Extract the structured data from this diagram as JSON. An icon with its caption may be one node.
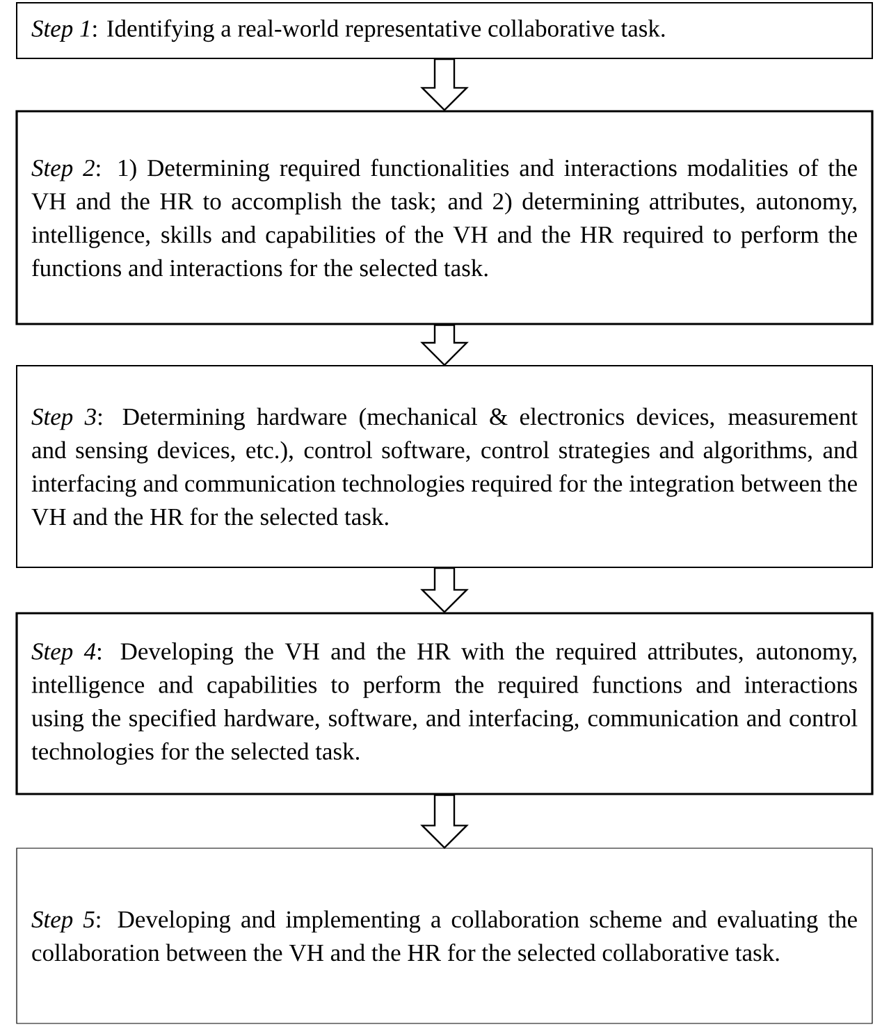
{
  "diagram": {
    "nodes": [
      {
        "text": [
          "*Step 1*: Identifying a real-world representative collaborative task."
        ]
      },
      {
        "text": [
          "*Step 2*: 1) Determining required functionalities and interactions modalities of the VH and the HR to accomplish the task; and 2) determining attributes, autonomy, intelligence, skills and capabilities of the VH and the HR required to perform the functions and interactions for the selected task."
        ]
      },
      {
        "text": [
          "*Step 3*: Determining hardware (mechanical & electronics devices, measurement and sensing devices, etc.), control software, control strategies and algorithms, and interfacing and communication technologies required for the integration between the VH and the HR for the selected task."
        ]
      },
      {
        "text": [
          "*Step 4*: Developing the VH and the HR with the required attributes, autonomy, intelligence and capabilities to perform the required functions and interactions using the specified hardware, software, and interfacing, communication and control technologies for the selected task."
        ]
      },
      {
        "text": [
          "*Step 5*: Developing and implementing a collaboration scheme and evaluating the collaboration between the VH and the HR for the selected collaborative task."
        ]
      }
    ],
    "edges": [
      {
        "from": 0,
        "to": 1,
        "arrow": "to"
      },
      {
        "from": 1,
        "to": 2,
        "arrow": "to"
      },
      {
        "from": 2,
        "to": 3,
        "arrow": "to"
      },
      {
        "from": 3,
        "to": 4,
        "arrow": "to"
      }
    ]
  }
}
